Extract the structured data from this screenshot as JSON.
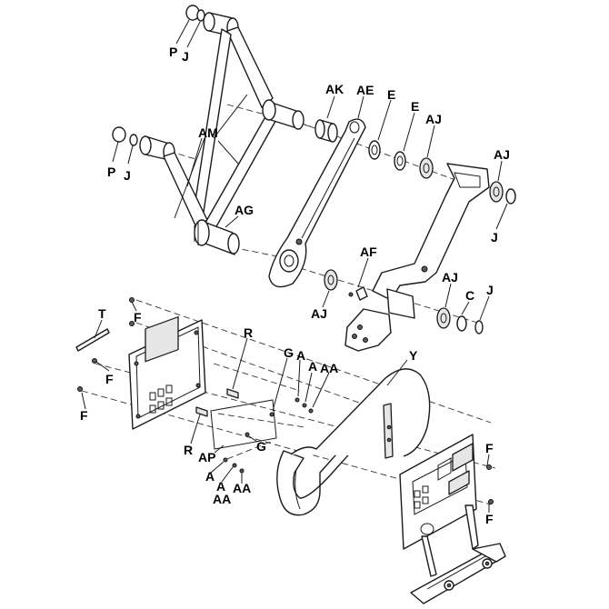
{
  "labels": {
    "P": "P",
    "J": "J",
    "AM": "AM",
    "AK": "AK",
    "AE": "AE",
    "E": "E",
    "AJ": "AJ",
    "AG": "AG",
    "AF": "AF",
    "C": "C",
    "T": "T",
    "F": "F",
    "R": "R",
    "G": "G",
    "A": "A",
    "AA": "AA",
    "Y": "Y",
    "AP": "AP"
  },
  "colors": {
    "line": "#1a1a1a",
    "background": "#ffffff",
    "shade": "#e6e6e6"
  }
}
